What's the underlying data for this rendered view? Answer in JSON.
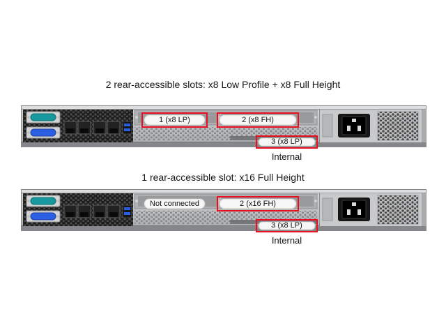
{
  "figures": [
    {
      "title": "2 rear-accessible slots: x8 Low Profile + x8 Full Height",
      "slots": [
        {
          "label": "1 (x8 LP)",
          "outlined": true
        },
        {
          "label": "2 (x8 FH)",
          "outlined": true
        },
        {
          "label": "3 (x8 LP)",
          "outlined": true
        }
      ],
      "internal_label": "Internal"
    },
    {
      "title": "1 rear-accessible slot: x16 Full Height",
      "slots": [
        {
          "label": "Not connected",
          "outlined": false
        },
        {
          "label": "2 (x16 FH)",
          "outlined": true
        },
        {
          "label": "3 (x8 LP)",
          "outlined": true
        }
      ],
      "internal_label": "Internal"
    }
  ],
  "colors": {
    "annotation_red": "#e8101e",
    "label_background": "#f7f7f7",
    "label_border": "#ababab",
    "chassis_gray": "#c0c2c4",
    "io_panel_black": "#1b1b1b",
    "serial_port_teal": "#17989c",
    "vga_port_blue": "#2c5fe4",
    "usb_blue": "#2b5fe3"
  }
}
